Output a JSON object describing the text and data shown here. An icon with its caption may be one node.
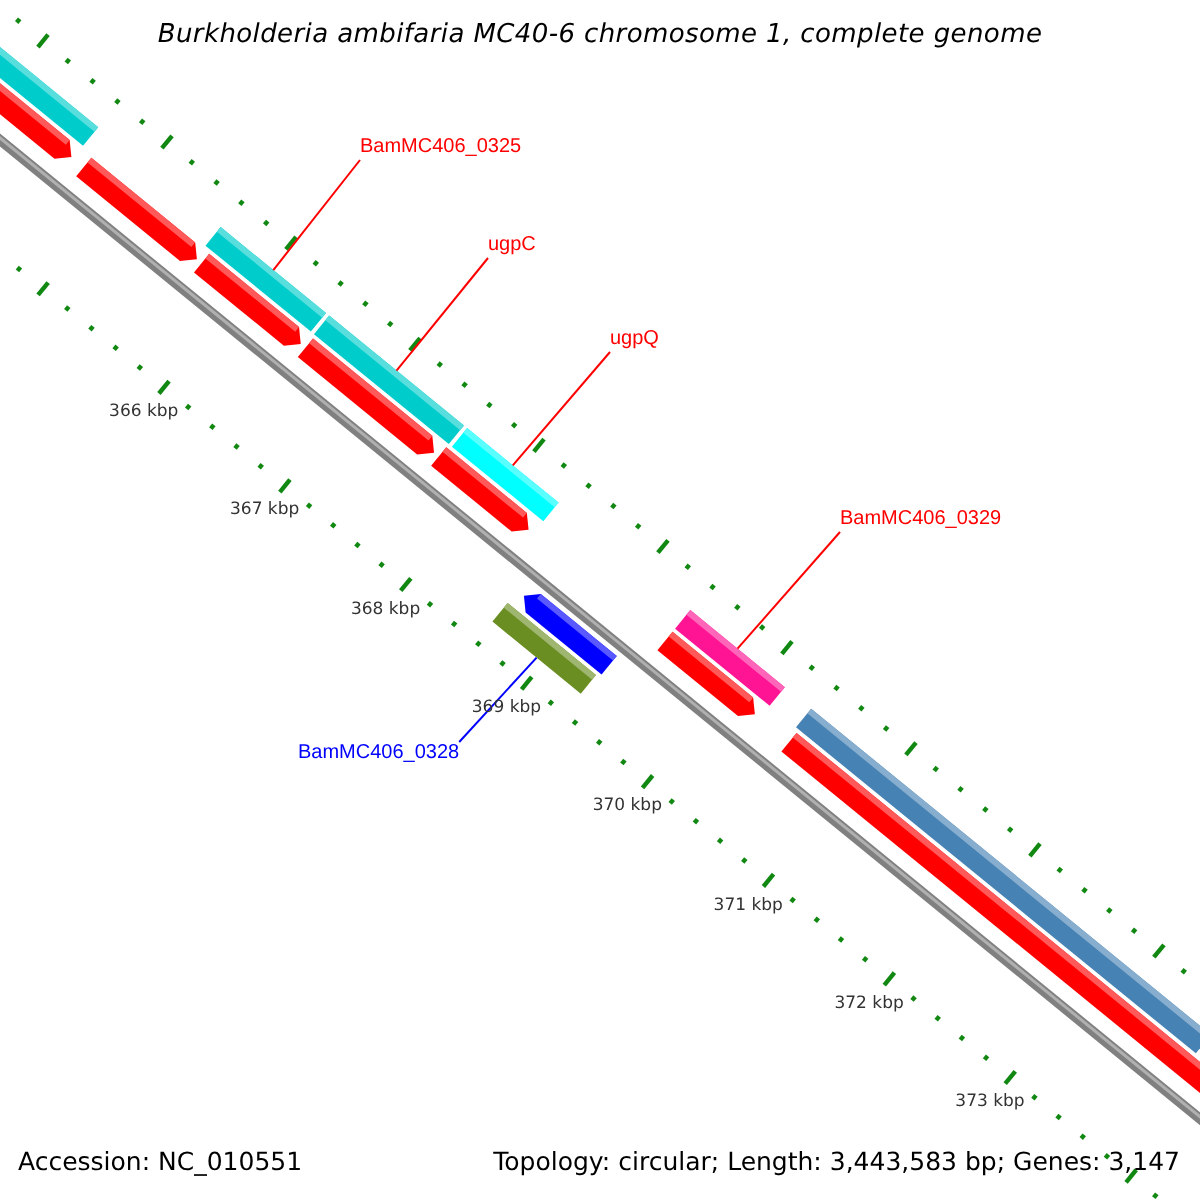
{
  "diagram": {
    "title": "Burkholderia ambifaria MC40-6 chromosome 1, complete genome",
    "nodes": [
      {
        "text": [
          "BamMC406_0325"
        ]
      },
      {
        "text": [
          "ugpC"
        ]
      },
      {
        "text": [
          "ugpQ"
        ]
      },
      {
        "text": [
          "BamMC406_0329"
        ]
      },
      {
        "text": [
          "BamMC406_0328"
        ]
      },
      {
        "text": [],
        "shape": "bar"
      },
      {
        "text": [],
        "shape": "bar"
      },
      {
        "text": [],
        "shape": "bar"
      },
      {
        "text": [],
        "shape": "bar"
      },
      {
        "text": [],
        "shape": "bar"
      },
      {
        "text": [],
        "shape": "bar"
      },
      {
        "text": [],
        "shape": "bar"
      },
      {
        "text": [],
        "shape": "bar"
      },
      {
        "text": [],
        "shape": "bar"
      },
      {
        "text": [],
        "shape": "bar"
      },
      {
        "text": [],
        "shape": "bar"
      },
      {
        "text": [],
        "shape": "bar"
      },
      {
        "text": [],
        "shape": "bar"
      },
      {
        "text": [],
        "shape": "bar"
      },
      {
        "text": [],
        "shape": "bar"
      }
    ],
    "edges": [
      {
        "from": 0,
        "to": 8,
        "arrow": "none"
      },
      {
        "from": 1,
        "to": 10,
        "arrow": "none"
      },
      {
        "from": 2,
        "to": 12,
        "arrow": "none"
      },
      {
        "from": 3,
        "to": 16,
        "arrow": "none"
      },
      {
        "from": 4,
        "to": 15,
        "arrow": "none",
        "color": "#0000ff"
      }
    ],
    "labels": [
      "366 kbp",
      "367 kbp",
      "368 kbp",
      "369 kbp",
      "370 kbp",
      "371 kbp",
      "372 kbp",
      "373 kbp",
      "Accession: NC_010551",
      "Topology: circular; Length: 3,443,583 bp; Genes: 3,147"
    ]
  }
}
